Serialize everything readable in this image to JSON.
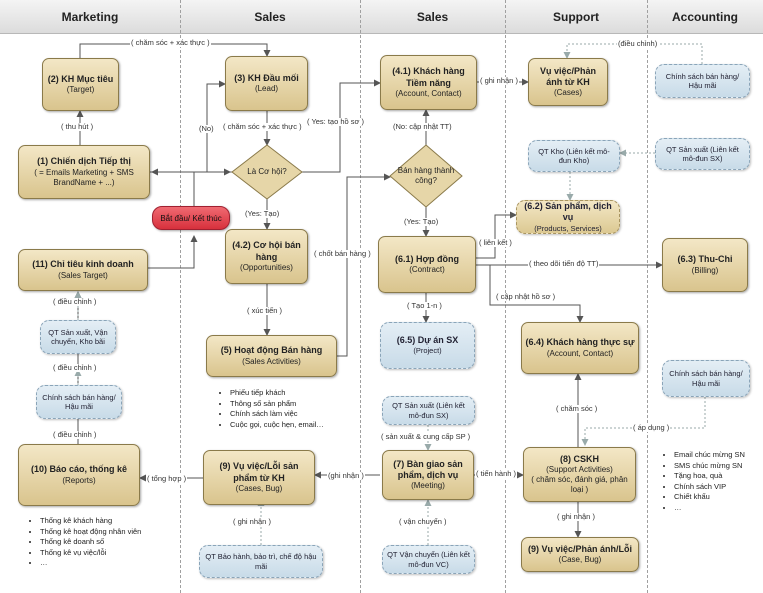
{
  "lanes": [
    "Marketing",
    "Sales",
    "Sales",
    "Support",
    "Accounting"
  ],
  "nodes": {
    "n2": {
      "title": "(2) KH Mục tiêu",
      "sub": "(Target)"
    },
    "n1": {
      "title": "(1) Chiến dịch Tiếp thị",
      "sub": "( = Emails Marketing + SMS BrandName + ...)"
    },
    "n11": {
      "title": "(11) Chỉ tiêu kinh doanh",
      "sub": "(Sales Target)"
    },
    "n10": {
      "title": "(10) Báo cáo, thống kê",
      "sub": "(Reports)"
    },
    "n3": {
      "title": "(3) KH Đầu mối",
      "sub": "(Lead)"
    },
    "n42": {
      "title": "(4.2) Cơ hội bán hàng",
      "sub": "(Opportunities)"
    },
    "n5": {
      "title": "(5) Hoạt động Bán hàng",
      "sub": "(Sales Activities)"
    },
    "n9": {
      "title": "(9) Vụ việc/Lỗi sản phẩm từ KH",
      "sub": "(Cases, Bug)"
    },
    "n41": {
      "title": "(4.1) Khách hàng Tiềm năng",
      "sub": "(Account, Contact)"
    },
    "n61": {
      "title": "(6.1) Hợp đồng",
      "sub": "(Contract)"
    },
    "n7": {
      "title": "(7) Bàn giao sản phẩm, dịch vụ",
      "sub": "(Meeting)"
    },
    "case_from": {
      "title": "Vụ việc/Phản ánh từ KH",
      "sub": "(Cases)"
    },
    "n64": {
      "title": "(6.4) Khách hàng thực sự",
      "sub": "(Account, Contact)"
    },
    "n8": {
      "title": "(8) CSKH",
      "sub": "(Support Activities)",
      "extra": "( chăm sóc, đánh giá, phân loại )"
    },
    "n9b": {
      "title": "(9) Vụ việc/Phản ánh/Lỗi",
      "sub": "(Case, Bug)"
    },
    "n63": {
      "title": "(6.3) Thu-Chi",
      "sub": "(Billing)"
    }
  },
  "dashed": {
    "d_qtsx_vc": "QT Sản xuất, Vận chuyển, Kho bãi",
    "d_cs_left": "Chính sách bán hàng/ Hậu mãi",
    "d_qt_baohanh": "QT Bảo hành, bảo trì, chế độ hậu mãi",
    "d65_title": "(6.5) Dự án SX",
    "d65_sub": "(Project)",
    "d_qtsx_mid": "QT Sản xuất (Liên kết mô-đun SX)",
    "d_qtvc": "QT Vận chuyển (Liên kết mô-đun VC)",
    "d_qtkho": "QT Kho (Liên kết mô-đun Kho)",
    "d62_title": "(6.2) Sản phẩm, dịch vụ",
    "d62_sub": "(Products, Services)",
    "d_qtsx_right": "QT Sản xuất (Liên kết mô-đun SX)",
    "d_cs_acc1": "Chính sách bán hàng/ Hậu mãi",
    "d_cs_acc2": "Chính sách bán hàng/ Hậu mãi"
  },
  "decisions": {
    "co_hoi": "Là Cơ hội?",
    "ban_hang": "Bán hàng thành công?"
  },
  "start_label": "Bắt đầu/ Kết thúc",
  "edge_labels": {
    "cham_soc_xac_thuc": "( chăm sóc + xác thực )",
    "cham_soc_xac_thuc2": "( chăm sóc + xác thực )",
    "thu_hut": "( thu hút )",
    "no": "(No)",
    "yes_tao_ho_so": "( Yes: tạo hồ sơ )",
    "yes_tao": "(Yes: Tạo)",
    "xuc_tien": "( xúc tiến )",
    "chot_ban_hang": "( chốt bán hàng )",
    "no_cap_nhat_tt": "(No: cập nhật TT)",
    "yes_tao2": "(Yes: Tạo)",
    "ghi_nhan_top": "( ghi nhận )",
    "dieu_chinh_top": "(điều chỉnh)",
    "lien_ket": "( liên kết )",
    "theo_doi_tien_do": "( theo dõi tiến độ TT)",
    "cap_nhat_ho_so": "( cập nhật hồ sơ )",
    "tao_1n": "( Tạo 1-n )",
    "sx_cung_cap": "( sản xuất & cung cấp SP )",
    "van_chuyen": "( vận chuyển )",
    "tien_hanh": "( tiến hành )",
    "ghi_nhan_mid": "(ghi nhận )",
    "tong_hop": "( tổng hợp )",
    "ghi_nhan_bottom": "( ghi nhận )",
    "ghi_nhan_right": "( ghi nhận )",
    "cham_soc": "( chăm sóc )",
    "ap_dung": "( áp dụng )",
    "dieu_chinh_1": "( điều chỉnh )",
    "dieu_chinh_2": "( điều chỉnh )",
    "dieu_chinh_3": "( điều chỉnh )"
  },
  "lists": {
    "sales_list": [
      "Phiếu tiếp khách",
      "Thông số sản phẩm",
      "Chính sách làm việc",
      "Cuộc gọi, cuộc hẹn, email…"
    ],
    "reports_list": [
      "Thống kê khách hàng",
      "Thống kê hoạt động nhân viên",
      "Thống kê doanh số",
      "Thống kê vụ việc/lỗi",
      "…"
    ],
    "care_list": [
      "Email chúc mừng SN",
      "SMS chúc mừng SN",
      "Tặng hoa, quà",
      "Chính sách VIP",
      "Chiết khấu",
      "…"
    ]
  },
  "colors": {
    "box_top": "#f3e7c6",
    "box_bottom": "#d9c48d",
    "dashed_top": "#e4eef5",
    "dashed_bottom": "#c8dbe8",
    "start": "#e0404a",
    "line": "#555555"
  }
}
